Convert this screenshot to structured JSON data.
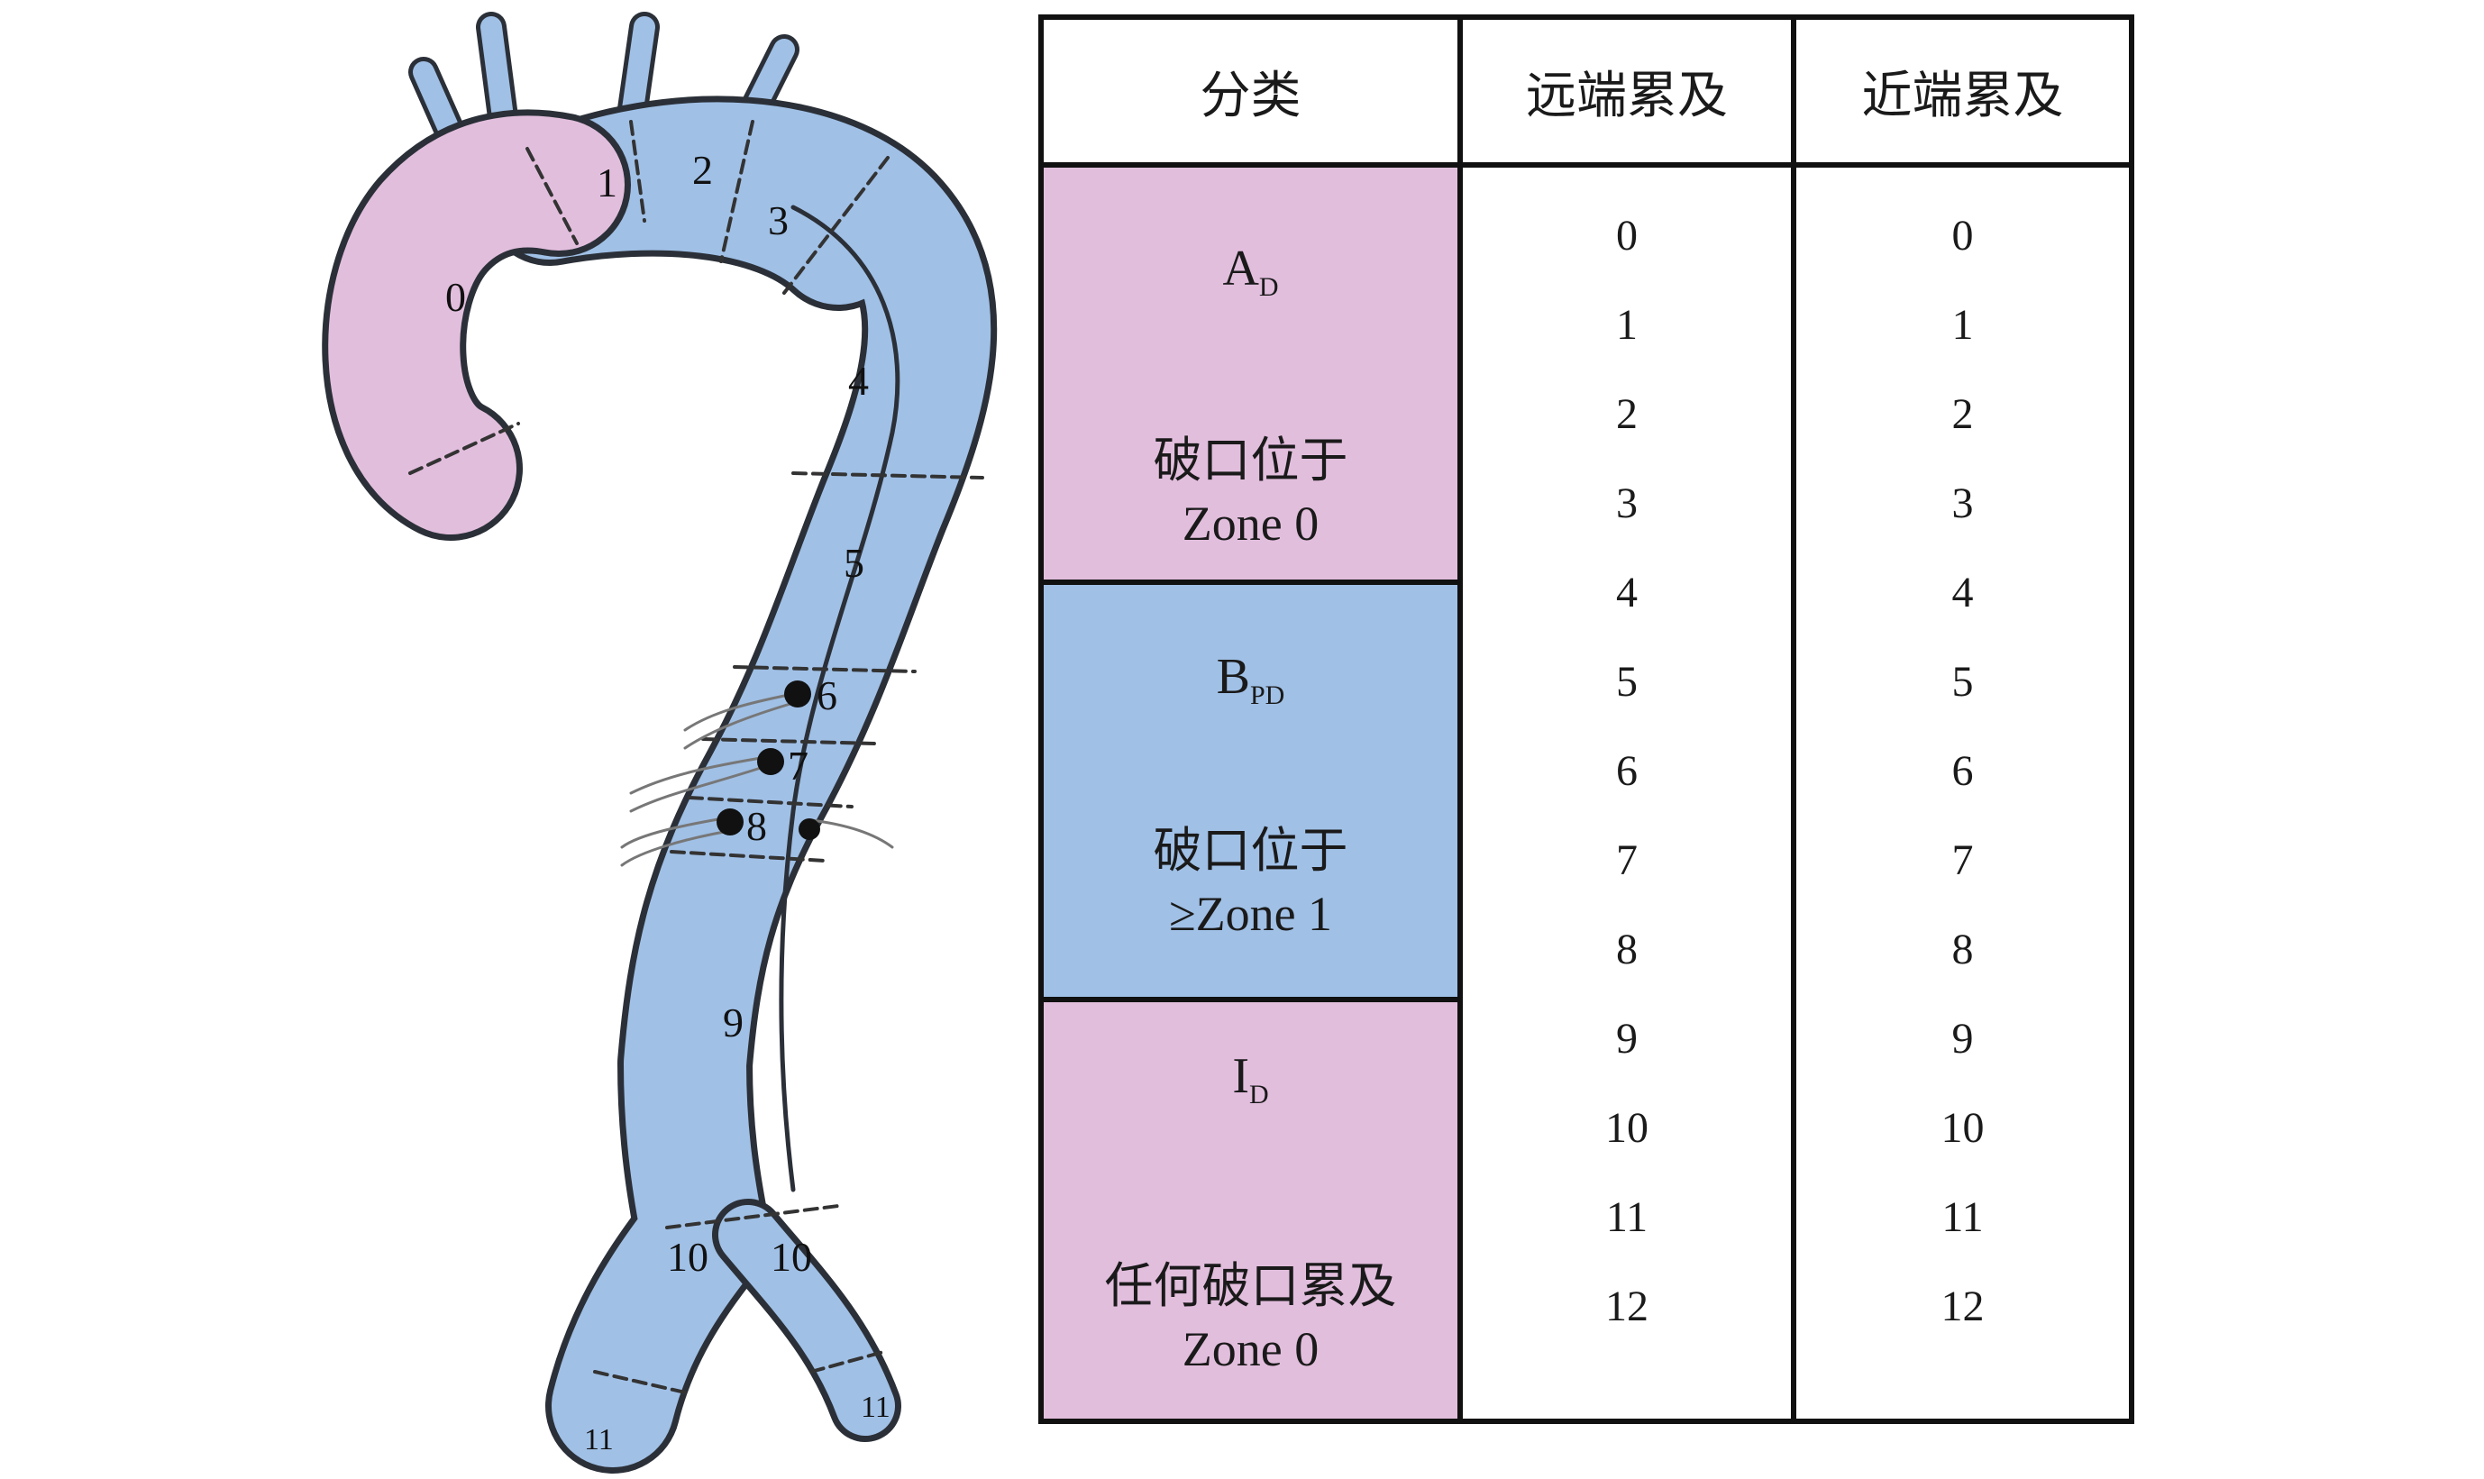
{
  "diagram": {
    "zone_labels": [
      "0",
      "1",
      "2",
      "3",
      "4",
      "5",
      "6",
      "7",
      "8",
      "9",
      "10",
      "10",
      "11",
      "11"
    ]
  },
  "table": {
    "headers": {
      "classification": "分类",
      "distal": "远端累及",
      "proximal": "近端累及"
    },
    "types": [
      {
        "code": "A",
        "sub": "D",
        "desc_line1": "破口位于",
        "desc_line2": "Zone 0"
      },
      {
        "code": "B",
        "sub": "PD",
        "desc_line1": "破口位于",
        "desc_line2": "≥Zone 1"
      },
      {
        "code": "I",
        "sub": "D",
        "desc_line1": "任何破口累及",
        "desc_line2": "Zone 0"
      }
    ],
    "distal_values": [
      "0",
      "1",
      "2",
      "3",
      "4",
      "5",
      "6",
      "7",
      "8",
      "9",
      "10",
      "11",
      "12"
    ],
    "proximal_values": [
      "0",
      "1",
      "2",
      "3",
      "4",
      "5",
      "6",
      "7",
      "8",
      "9",
      "10",
      "11",
      "12"
    ]
  },
  "colors": {
    "pink": "#e2bedd",
    "blue": "#a0c0e6",
    "vessel_outline": "#2b3038"
  }
}
